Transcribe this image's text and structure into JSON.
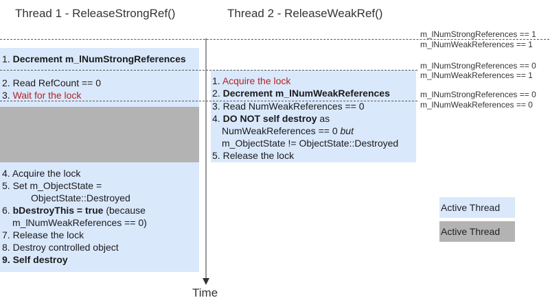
{
  "headers": {
    "thread1": "Thread 1 - ReleaseStrongRef()",
    "thread2": "Thread 2 - ReleaseWeakRef()"
  },
  "counters": [
    {
      "strong": "m_lNumStrongReferences == 1",
      "weak": "m_lNumWeakReferences == 1"
    },
    {
      "strong": "m_lNumStrongReferences == 0",
      "weak": "m_lNumWeakReferences == 1"
    },
    {
      "strong": "m_lNumStrongReferences == 0",
      "weak": "m_lNumWeakReferences == 0"
    }
  ],
  "thread1": {
    "s1": {
      "num": "1.",
      "text": "Decrement m_lNumStrongReferences"
    },
    "s2": {
      "num": "2.",
      "text": "Read RefCount == 0"
    },
    "s3": {
      "num": "3.",
      "text": "Wait for the lock"
    },
    "s4": {
      "num": "4.",
      "text": "Acquire the lock"
    },
    "s5": {
      "num": "5.",
      "text": "Set m_ObjectState =",
      "cont": "ObjectState::Destroyed"
    },
    "s6": {
      "num": "6.",
      "bold": "bDestroyThis = true",
      "text": " (because",
      "cont": "m_lNumWeakReferences == 0)"
    },
    "s7": {
      "num": "7.",
      "text": "Release the lock"
    },
    "s8": {
      "num": "8.",
      "text": "Destroy controlled object"
    },
    "s9": {
      "num": "9.",
      "text": "Self destroy"
    }
  },
  "thread2": {
    "s1": {
      "num": "1.",
      "text": "Acquire the lock"
    },
    "s2": {
      "num": "2.",
      "text": "Decrement m_lNumWeakReferences"
    },
    "s3": {
      "num": "3.",
      "text": "Read NumWeakReferences == 0"
    },
    "s4": {
      "num": "4.",
      "bold": "DO NOT self destroy",
      "text": " as",
      "cont": "NumWeakReferences == 0",
      "cont_italic": " but",
      "cont2": "m_ObjectState != ObjectState::Destroyed"
    },
    "s5": {
      "num": "5.",
      "text": "Release the lock"
    }
  },
  "legend": {
    "active": "Active Thread",
    "waiting": "Active Thread"
  },
  "time_label": "Time",
  "colors": {
    "active": "#dae8fc",
    "waiting": "#b3b3b3",
    "lock_text": "#b22222"
  }
}
